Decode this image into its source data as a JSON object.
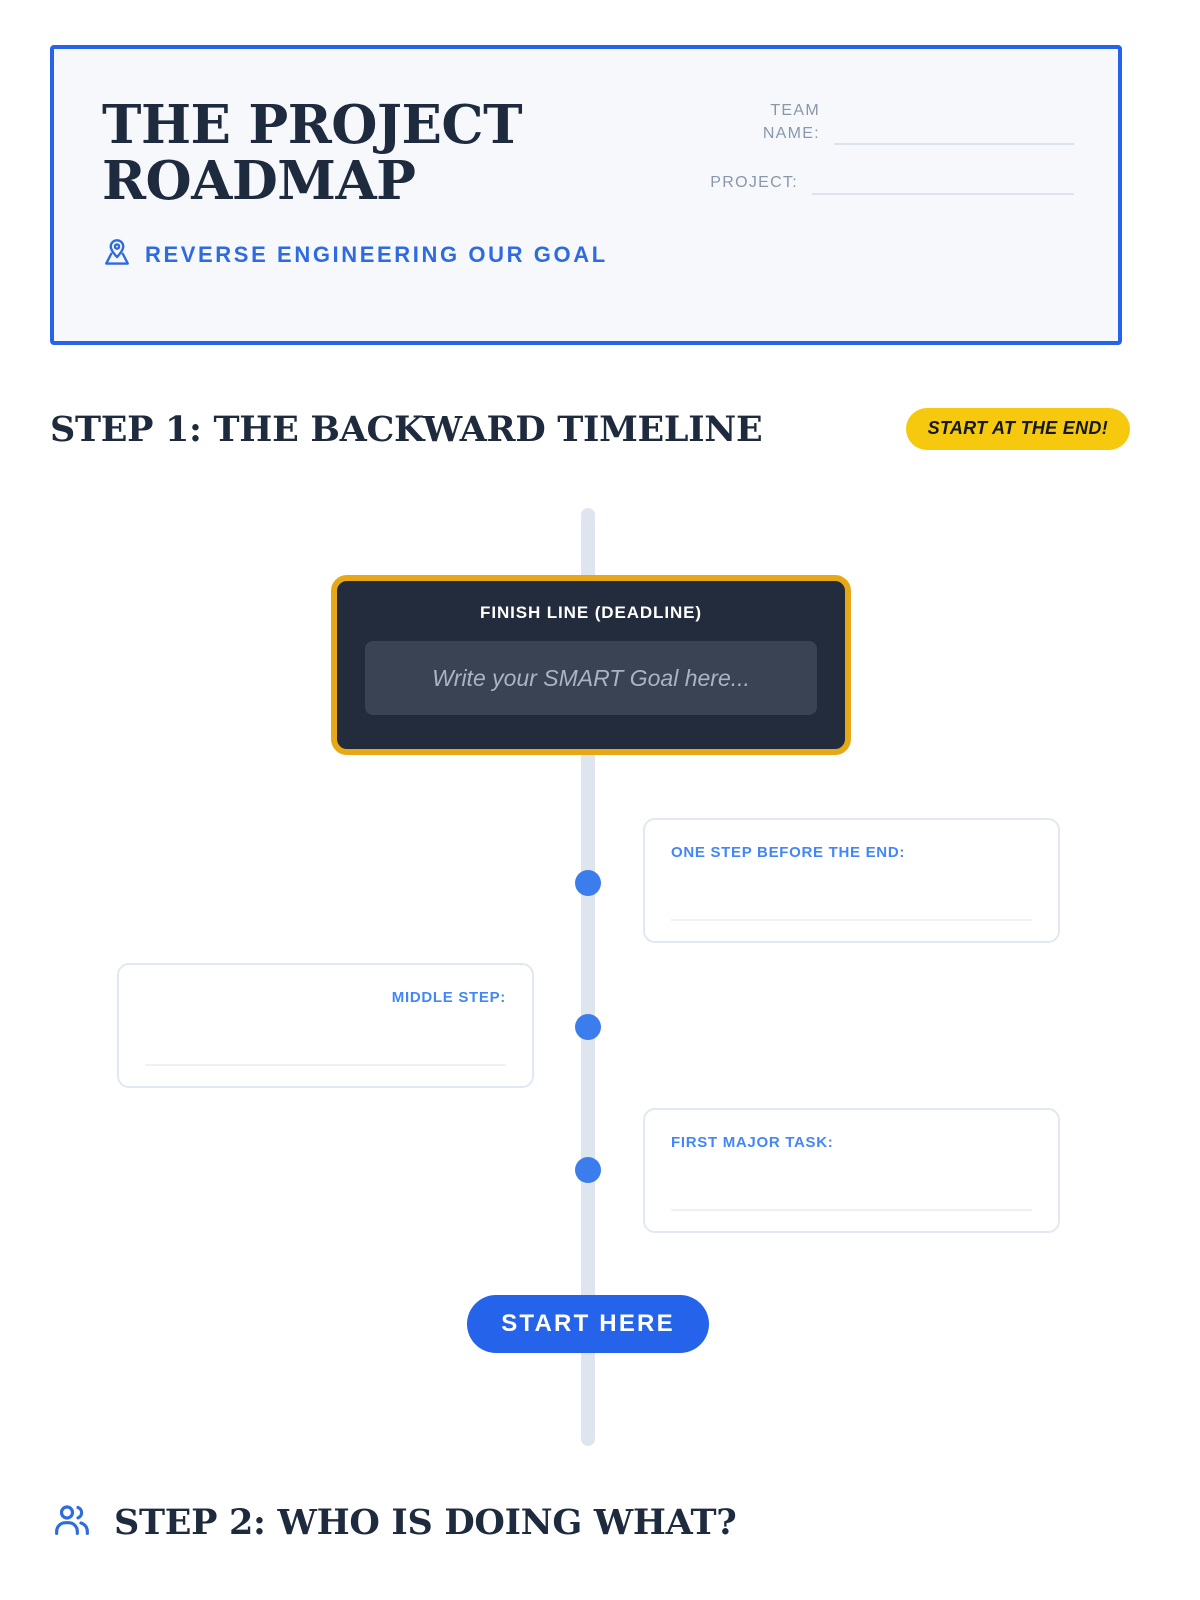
{
  "header": {
    "title": "THE PROJECT ROADMAP",
    "subtitle": "REVERSE ENGINEERING OUR GOAL",
    "pin_icon": "map-pin-icon",
    "fields": [
      {
        "label": "TEAM\nNAME:",
        "value": ""
      },
      {
        "label": "PROJECT:",
        "value": ""
      }
    ]
  },
  "step1": {
    "heading": "STEP 1: THE BACKWARD TIMELINE",
    "badge": "START AT THE END!"
  },
  "timeline": {
    "finish": {
      "label": "FINISH LINE (DEADLINE)",
      "placeholder": "Write your SMART Goal here...",
      "value": ""
    },
    "milestones": [
      {
        "label": "ONE STEP BEFORE THE END:",
        "value": "",
        "side": "right"
      },
      {
        "label": "MIDDLE STEP:",
        "value": "",
        "side": "left"
      },
      {
        "label": "FIRST MAJOR TASK:",
        "value": "",
        "side": "right"
      }
    ],
    "start_button": "START HERE"
  },
  "step2": {
    "heading": "STEP 2: WHO IS DOING WHAT?",
    "icon": "users-icon"
  },
  "colors": {
    "brand_blue": "#2563EB",
    "accent_yellow": "#F6C90E",
    "gold_border": "#E6A817",
    "dark_navy": "#222c3d",
    "label_blue": "#4287f5",
    "spine_gray": "#dfe5ee"
  }
}
